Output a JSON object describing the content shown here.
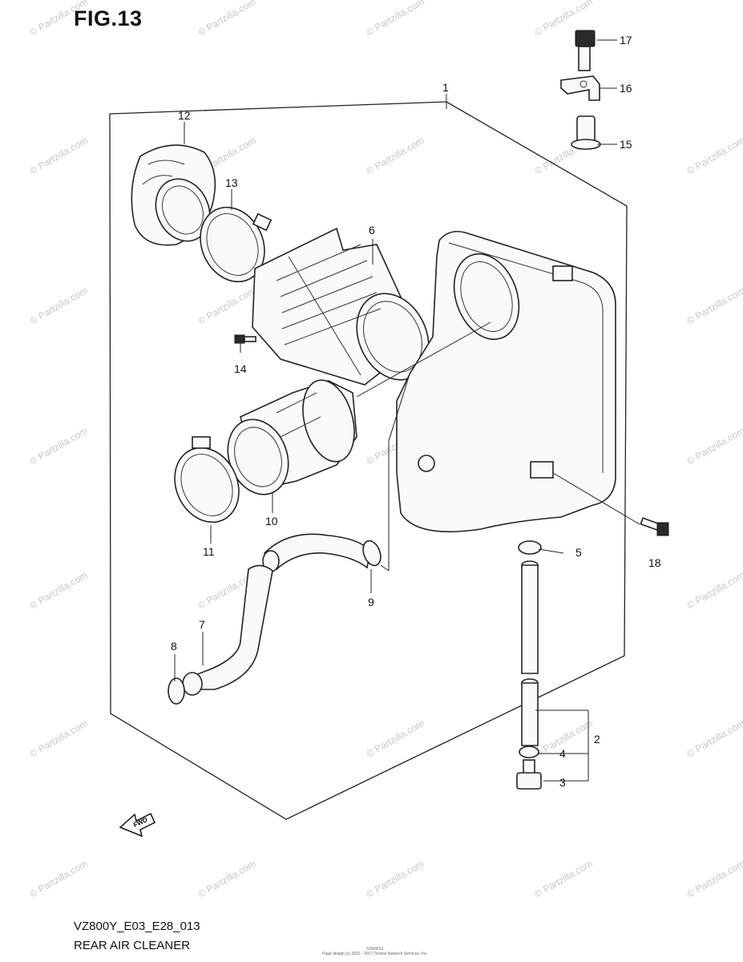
{
  "figure": {
    "title": "FIG.13",
    "model_code": "VZ800Y_E03_E28_013",
    "section_name": "REAR AIR CLEANER",
    "small_print": [
      "520/0012",
      "Page design (c) 2001 - 2017 Torsion Network Services, Inc."
    ],
    "watermark": "© Partzilla.com",
    "fwd_label": "FWD"
  },
  "callouts": [
    {
      "label": "1"
    },
    {
      "label": "2"
    },
    {
      "label": "3"
    },
    {
      "label": "4"
    },
    {
      "label": "5"
    },
    {
      "label": "6"
    },
    {
      "label": "7"
    },
    {
      "label": "8"
    },
    {
      "label": "9"
    },
    {
      "label": "10"
    },
    {
      "label": "11"
    },
    {
      "label": "12"
    },
    {
      "label": "13"
    },
    {
      "label": "14"
    },
    {
      "label": "15"
    },
    {
      "label": "16"
    },
    {
      "label": "17"
    },
    {
      "label": "18"
    }
  ]
}
